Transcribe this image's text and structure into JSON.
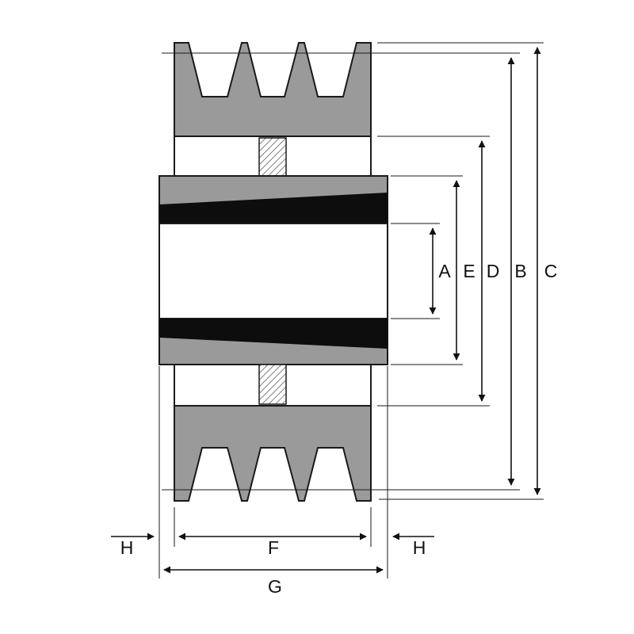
{
  "labels": {
    "A": "A",
    "E": "E",
    "D": "D",
    "B": "B",
    "C": "C",
    "F": "F",
    "G": "G",
    "H_left": "H",
    "H_right": "H"
  },
  "colors": {
    "body_fill": "#9a9a9a",
    "bushing_band": "#0d0d0d",
    "outline": "#1a1a1a",
    "background": "#ffffff"
  }
}
